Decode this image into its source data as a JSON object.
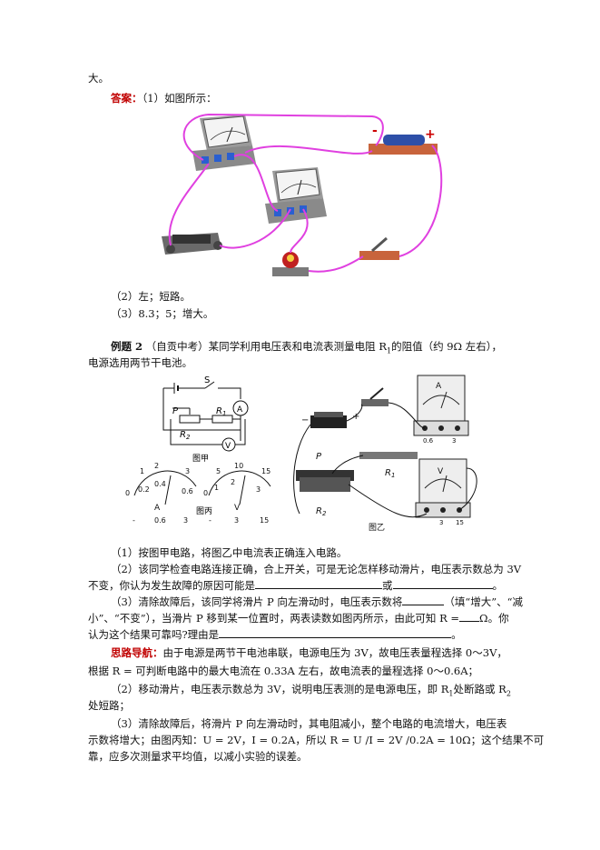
{
  "top": {
    "tail": "大。"
  },
  "answer": {
    "label": "答案：",
    "part1": "（1）如图所示：",
    "part2": "（2）左；短路。",
    "part3": "（3）8.3；5；增大。"
  },
  "example": {
    "label": "例题 2",
    "intro_a": "（自贡中考）某同学利用电压表和电流表测量电阻 R",
    "sub1": "1",
    "intro_b": "的阻值（约 9Ω 左右），",
    "intro_2": "电源选用两节干电池。"
  },
  "figure": {
    "jia": "图甲",
    "bing": "图丙",
    "yi": "图乙",
    "S": "S",
    "A": "A",
    "V": "V",
    "P": "P",
    "R1": "R",
    "R2": "R",
    "sub1": "1",
    "sub2": "2",
    "amm_ticks": [
      "0",
      "0.2",
      "0.4",
      "0.6",
      "1",
      "2",
      "3"
    ],
    "vol_ticks": [
      "0",
      "1",
      "2",
      "3",
      "5",
      "10",
      "15"
    ],
    "amm_terms": [
      "-",
      "0.6",
      "3"
    ],
    "vol_terms": [
      "-",
      "3",
      "15"
    ],
    "bat_minus": "−",
    "bat_plus": "+",
    "meter_terms_a": [
      "-",
      "0.6",
      "3"
    ],
    "meter_terms_v": [
      "-",
      "3",
      "15"
    ]
  },
  "questions": {
    "q1": "（1）按图甲电路，将图乙中电流表正确连入电路。",
    "q2a": "（2）该同学检查电路连接正确，合上开关，可是无论怎样移动滑片，电压表示数总为 3V",
    "q2b": "不变，你认为发生故障的原因可能是",
    "q2or": "或",
    "q2end": "。",
    "q3a": "（3）清除故障后，该同学将滑片 P 向左滑动时，电压表示数将",
    "q3fill": "（填“增大”、“减",
    "q3b": "小”、“不变”），当滑片 P 移到某一位置时，两表读数如图丙所示，由此可知 R =",
    "q3unit": "Ω。你",
    "q3c": "认为这个结果可靠吗?理由是",
    "q3end": "。"
  },
  "guide": {
    "label": "思路导航：",
    "l1": "由于电源是两节干电池串联，电源电压为 3V，故电压表量程选择 0～3V，",
    "l2": "根据 R =  可判断电路中的最大电流在 0.33A 左右，故电流表的量程选择 0～0.6A；",
    "l3a": "（2）移动滑片，电压表示数总为 3V，说明电压表测的是电源电压，即 R",
    "l3sub": "1",
    "l3b": "处断路或 R",
    "l3sub2": "2",
    "l4": "处短路；",
    "l5": "（3）清除故障后，将滑片 P 向左滑动时，其电阻减小，整个电路的电流增大，电压表",
    "l6": "示数将增大；由图丙知：U = 2V，I = 0.2A，所以 R = U /I  = 2V /0.2A = 10Ω；这个结果不可",
    "l7": "靠，应多次测量求平均值，以减小实验的误差。"
  }
}
